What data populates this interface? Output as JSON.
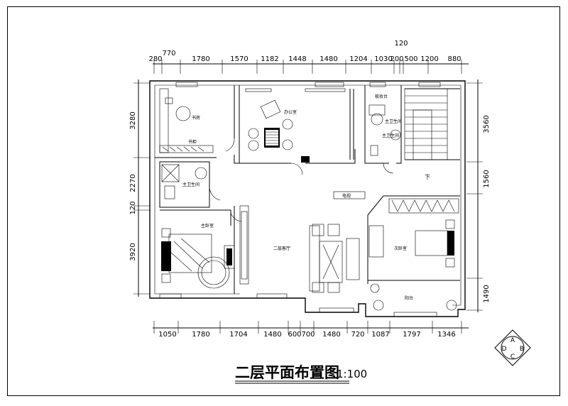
{
  "drawing": {
    "title": "二层平面布置图",
    "scale_suffix": "1:100"
  },
  "top_dims": {
    "overhang": "120",
    "items": [
      "280",
      "770",
      "1780",
      "1570",
      "1182",
      "1448",
      "1480",
      "1204",
      "1030",
      "200",
      "500",
      "1200",
      "880"
    ]
  },
  "bottom_dims": {
    "items": [
      "1050",
      "1780",
      "1704",
      "1480",
      "600",
      "700",
      "1480",
      "720",
      "1087",
      "1797",
      "1346"
    ]
  },
  "left_dims": {
    "items": [
      "3280",
      "2270",
      "120",
      "3920"
    ]
  },
  "right_dims": {
    "items": [
      "3560",
      "1560",
      "1490"
    ]
  },
  "rooms": {
    "study": "书房",
    "bookcase": "书柜",
    "office": "办公室",
    "powder": "梳妆台",
    "master_bath": "主卫生间",
    "bath2": "主卫生间",
    "master_bed": "主卧室",
    "living": "二层客厅",
    "bedroom": "次卧室",
    "balcony": "阳台",
    "stair_down": "下",
    "tv": "电视"
  },
  "compass": {
    "a": "A",
    "b": "B",
    "c": "C",
    "d": "D"
  }
}
